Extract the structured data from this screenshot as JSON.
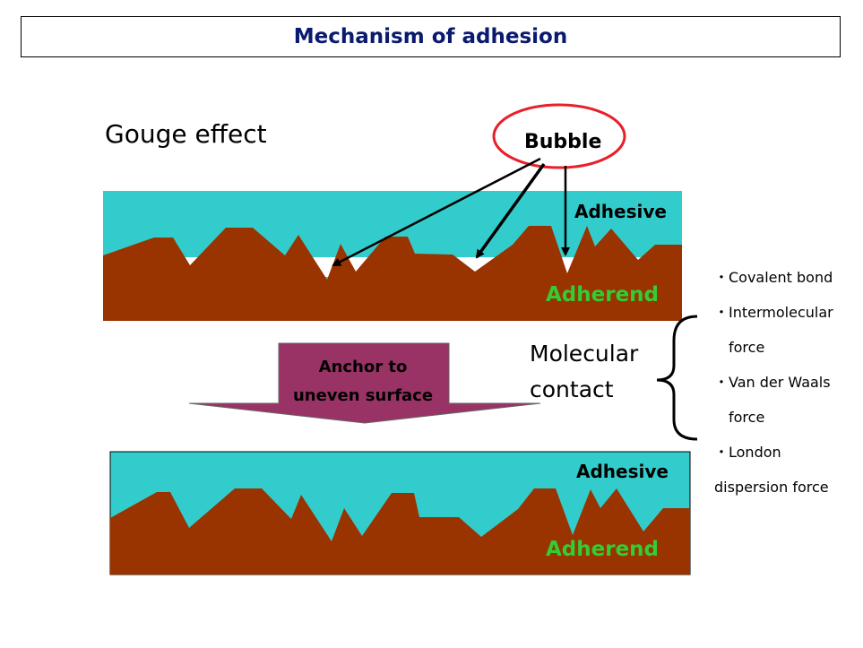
{
  "title": "Mechanism of adhesion",
  "gouge_heading": "Gouge effect",
  "bubble_label": "Bubble",
  "top_panel": {
    "adhesive_label": "Adhesive",
    "adherend_label": "Adherend"
  },
  "bottom_panel": {
    "adhesive_label": "Adhesive",
    "adherend_label": "Adherend"
  },
  "arrow_label": {
    "line1": "Anchor to",
    "line2": "uneven surface"
  },
  "molecular_contact": {
    "line1": "Molecular",
    "line2": "contact"
  },
  "forces": [
    "・Covalent bond",
    "・Intermolecular",
    "　force",
    "・Van der Waals",
    "　force",
    "・London",
    "dispersion force"
  ],
  "colors": {
    "adhesive": "#33cccc",
    "adherend": "#993300",
    "adherend_text": "#33cc33",
    "bubble_ellipse": "#e8202a",
    "arrow_fill": "#993366",
    "title_text": "#0a1a6e"
  }
}
